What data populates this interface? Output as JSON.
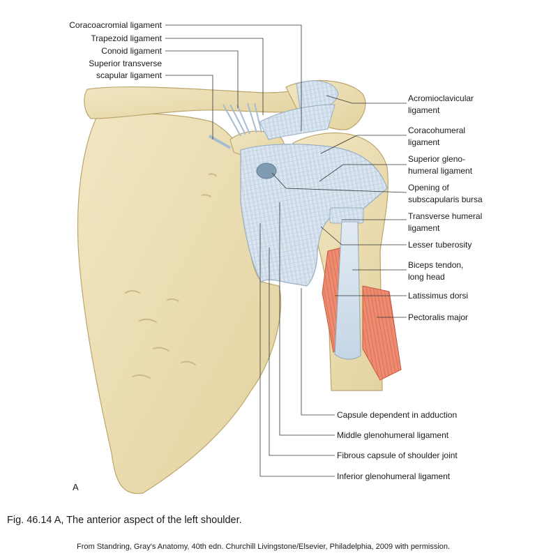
{
  "labels": {
    "coracoacromial": "Coracoacromial ligament",
    "trapezoid": "Trapezoid ligament",
    "conoid": "Conoid ligament",
    "superior_transverse_1": "Superior transverse",
    "superior_transverse_2": "scapular ligament",
    "acromioclavicular_1": "Acromioclavicular",
    "acromioclavicular_2": "ligament",
    "coracohumeral_1": "Coracohumeral",
    "coracohumeral_2": "ligament",
    "superior_gleno_1": "Superior gleno-",
    "superior_gleno_2": "humeral ligament",
    "opening_1": "Opening of",
    "opening_2": "subscapularis bursa",
    "transverse_humeral_1": "Transverse humeral",
    "transverse_humeral_2": "ligament",
    "lesser_tuberosity": "Lesser tuberosity",
    "biceps_1": "Biceps tendon,",
    "biceps_2": "long head",
    "latissimus": "Latissimus dorsi",
    "pectoralis": "Pectoralis major",
    "capsule_dependent": "Capsule dependent in adduction",
    "middle_gleno": "Middle glenohumeral ligament",
    "fibrous_capsule": "Fibrous capsule of shoulder joint",
    "inferior_gleno": "Inferior glenohumeral ligament"
  },
  "panel_letter": "A",
  "caption": "Fig. 46.14 A, The anterior aspect of the left shoulder.",
  "credit": "From Standring, Gray's Anatomy, 40th edn. Churchill Livingstone/Elsevier, Philadelphia, 2009 with permission.",
  "colors": {
    "bone": "#ede0b4",
    "bone_shadow": "#c9b680",
    "ligament": "#d6e3ee",
    "ligament_shadow": "#9fb4c8",
    "muscle": "#e9836a",
    "leader": "#333333"
  }
}
